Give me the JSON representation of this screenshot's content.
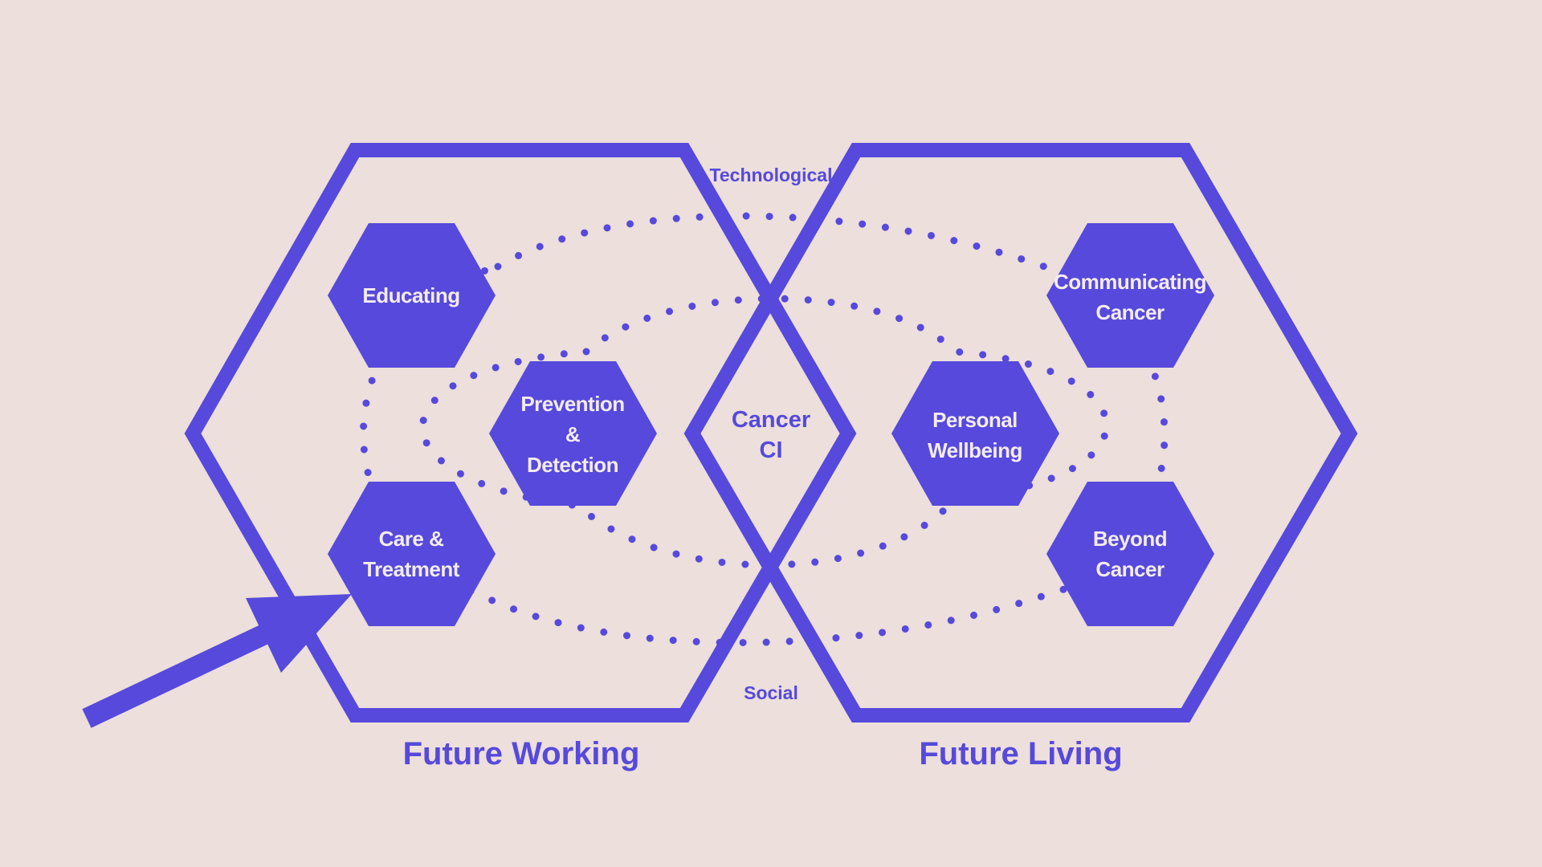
{
  "colors": {
    "background": "#ecdfdc",
    "accent": "#5649db",
    "node_text": "#f3ecf0"
  },
  "center": {
    "line1": "Cancer",
    "line2": "CI"
  },
  "axis_labels": {
    "top": "Technological",
    "bottom": "Social"
  },
  "sections": {
    "left": "Future Working",
    "right": "Future Living"
  },
  "nodes": {
    "educating": {
      "line1": "Educating"
    },
    "prevention": {
      "line1": "Prevention",
      "line2": "&",
      "line3": "Detection"
    },
    "care": {
      "line1": "Care &",
      "line2": "Treatment"
    },
    "communicating": {
      "line1": "Communicating",
      "line2": "Cancer"
    },
    "wellbeing": {
      "line1": "Personal",
      "line2": "Wellbeing"
    },
    "beyond": {
      "line1": "Beyond",
      "line2": "Cancer"
    }
  }
}
